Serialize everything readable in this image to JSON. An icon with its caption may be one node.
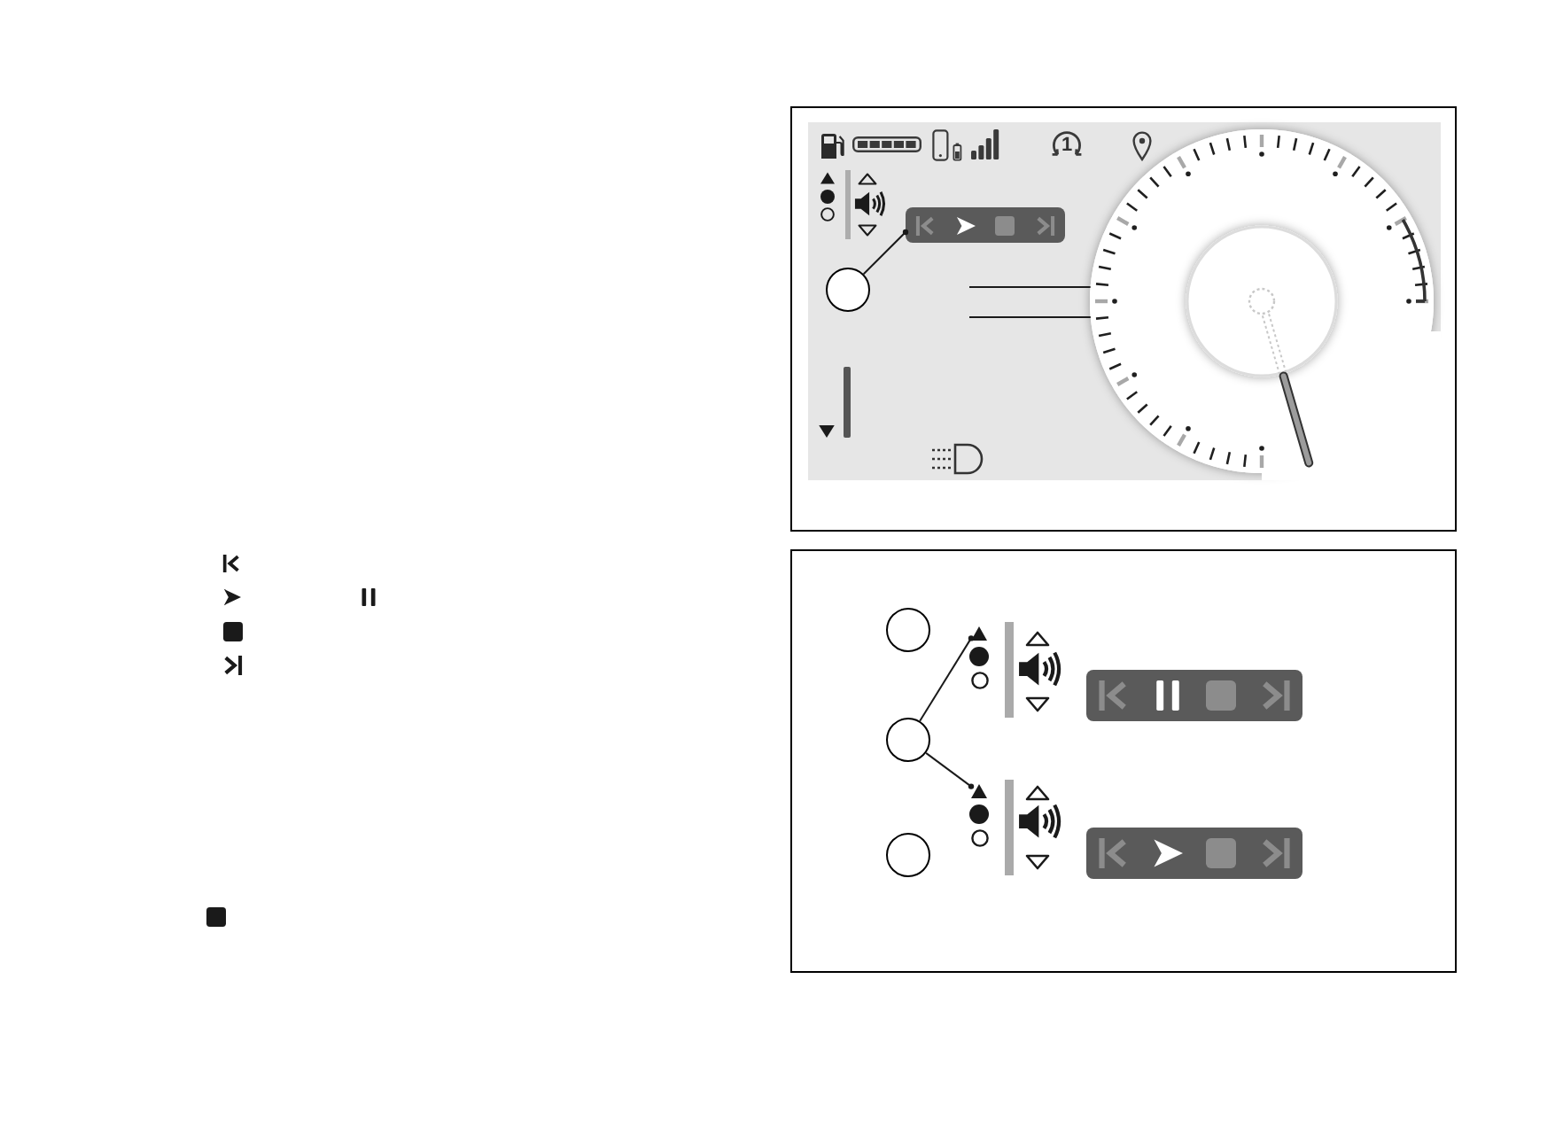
{
  "diagram": {
    "nodes": [
      {
        "text": [],
        "shape": "box"
      },
      {
        "text": [],
        "shape": "circle",
        "in": 0
      },
      {
        "text": [],
        "shape": "picture",
        "in": 0
      },
      {
        "text": [],
        "shape": "picture",
        "in": 0
      },
      {
        "text": [],
        "shape": "box"
      },
      {
        "text": [],
        "shape": "circle",
        "in": 4
      },
      {
        "text": [],
        "shape": "circle",
        "in": 4
      },
      {
        "text": [],
        "shape": "circle",
        "in": 4
      },
      {
        "text": [],
        "shape": "triangle",
        "in": 4
      },
      {
        "text": [],
        "shape": "triangle",
        "in": 4
      }
    ],
    "edges": [
      {
        "from": 1,
        "to": 2,
        "arrow": "other"
      },
      {
        "from": null,
        "to": 3,
        "arrow": "none"
      },
      {
        "from": null,
        "to": 3,
        "arrow": "none"
      },
      {
        "from": 6,
        "to": 8,
        "arrow": "other"
      },
      {
        "from": 6,
        "to": 9,
        "arrow": "other"
      }
    ],
    "labels": [
      "1"
    ]
  }
}
